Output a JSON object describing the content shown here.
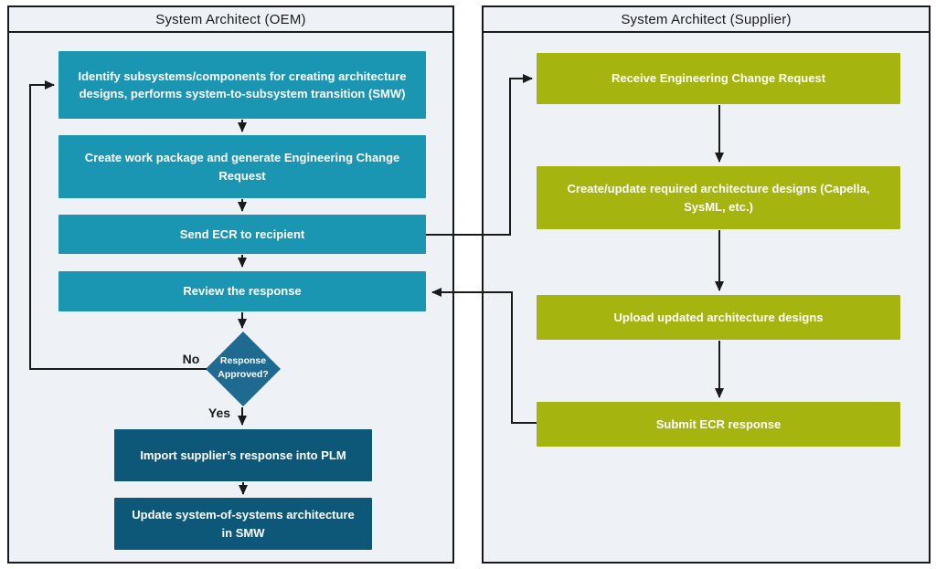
{
  "diagram": {
    "lanes": [
      {
        "title": "System Architect (OEM)",
        "boxes": [
          {
            "label": "Identify subsystems/components for creating architecture designs, performs system-to-subsystem transition (SMW)"
          },
          {
            "label": "Create work package and generate Engineering Change Request"
          },
          {
            "label": "Send ECR to recipient"
          },
          {
            "label": "Review the response"
          },
          {
            "label": "Import supplier’s response into PLM"
          },
          {
            "label": "Update system-of-systems architecture in SMW"
          }
        ]
      },
      {
        "title": "System Architect (Supplier)",
        "boxes": [
          {
            "label": "Receive Engineering Change Request"
          },
          {
            "label": "Create/update required architecture designs (Capella, SysML, etc.)"
          },
          {
            "label": "Upload updated architecture designs"
          },
          {
            "label": "Submit ECR response"
          }
        ]
      }
    ],
    "decision": {
      "label": "Response Approved?"
    },
    "branch_labels": {
      "no": "No",
      "yes": "Yes"
    },
    "colors": {
      "oem_process": "#1b96b2",
      "oem_final": "#0d5879",
      "decision": "#1e6a90",
      "supplier_process": "#a5b40e",
      "lane_background": "#eef1f5",
      "connector": "#1a1a1a"
    }
  }
}
